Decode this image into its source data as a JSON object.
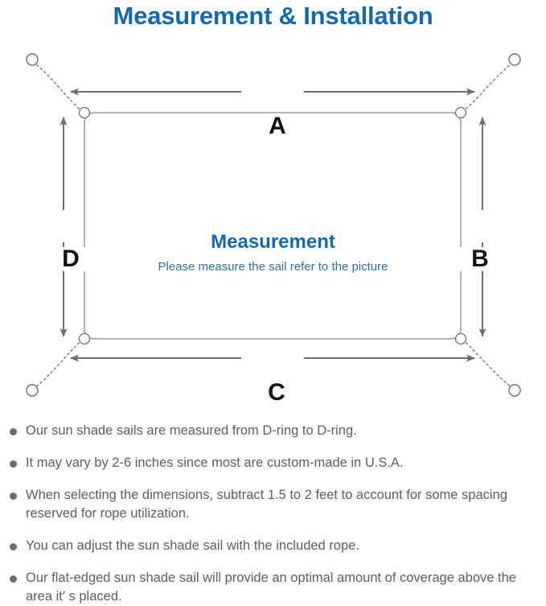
{
  "page": {
    "title": "Measurement & Installation",
    "title_color": "#1468AB"
  },
  "diagram": {
    "center_title": "Measurement",
    "center_subtitle": "Please measure the sail refer to the picture",
    "center_title_color": "#1468AB",
    "center_subtitle_color": "#2F6FA6",
    "line_color": "#6E6E6E",
    "sail_stroke_color": "#8A8A8A",
    "dimension_labels": {
      "top": "A",
      "right": "B",
      "bottom": "C",
      "left": "D"
    },
    "icons": {
      "d_ring": "d-ring-icon",
      "anchor_point": "anchor-circle-icon",
      "rope": "dotted-rope-line-icon",
      "arrow": "double-headed-arrow-icon"
    }
  },
  "notes": {
    "bullet_color": "#6B6B6B",
    "text_color": "#5E5E5E",
    "items": [
      "Our sun shade sails are measured from D-ring to D-ring.",
      "It may vary by 2-6 inches since most are custom-made in U.S.A.",
      "When selecting the dimensions, subtract 1.5 to 2 feet to account for some spacing reserved for rope utilization.",
      "You can adjust the sun shade sail with the included rope.",
      "Our flat-edged sun shade sail will provide an optimal amount of coverage above the area it′ s placed."
    ]
  }
}
